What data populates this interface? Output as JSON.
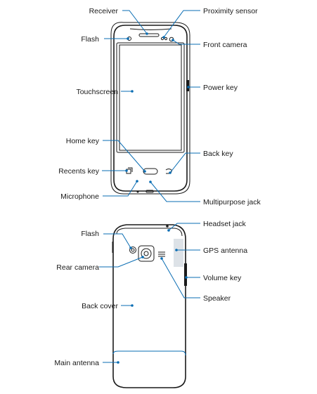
{
  "front_view": {
    "labels": {
      "receiver": "Receiver",
      "proximity_sensor": "Proximity sensor",
      "flash": "Flash",
      "front_camera": "Front camera",
      "power_key": "Power key",
      "touchscreen": "Touchscreen",
      "home_key": "Home key",
      "back_key": "Back key",
      "recents_key": "Recents key",
      "microphone": "Microphone",
      "multipurpose_jack": "Multipurpose jack"
    }
  },
  "back_view": {
    "labels": {
      "flash": "Flash",
      "headset_jack": "Headset jack",
      "gps_antenna": "GPS antenna",
      "rear_camera": "Rear camera",
      "volume_key": "Volume key",
      "speaker": "Speaker",
      "back_cover": "Back cover",
      "main_antenna": "Main antenna"
    }
  },
  "colors": {
    "leader": "#0a6db3",
    "outline": "#1a1a1a"
  }
}
